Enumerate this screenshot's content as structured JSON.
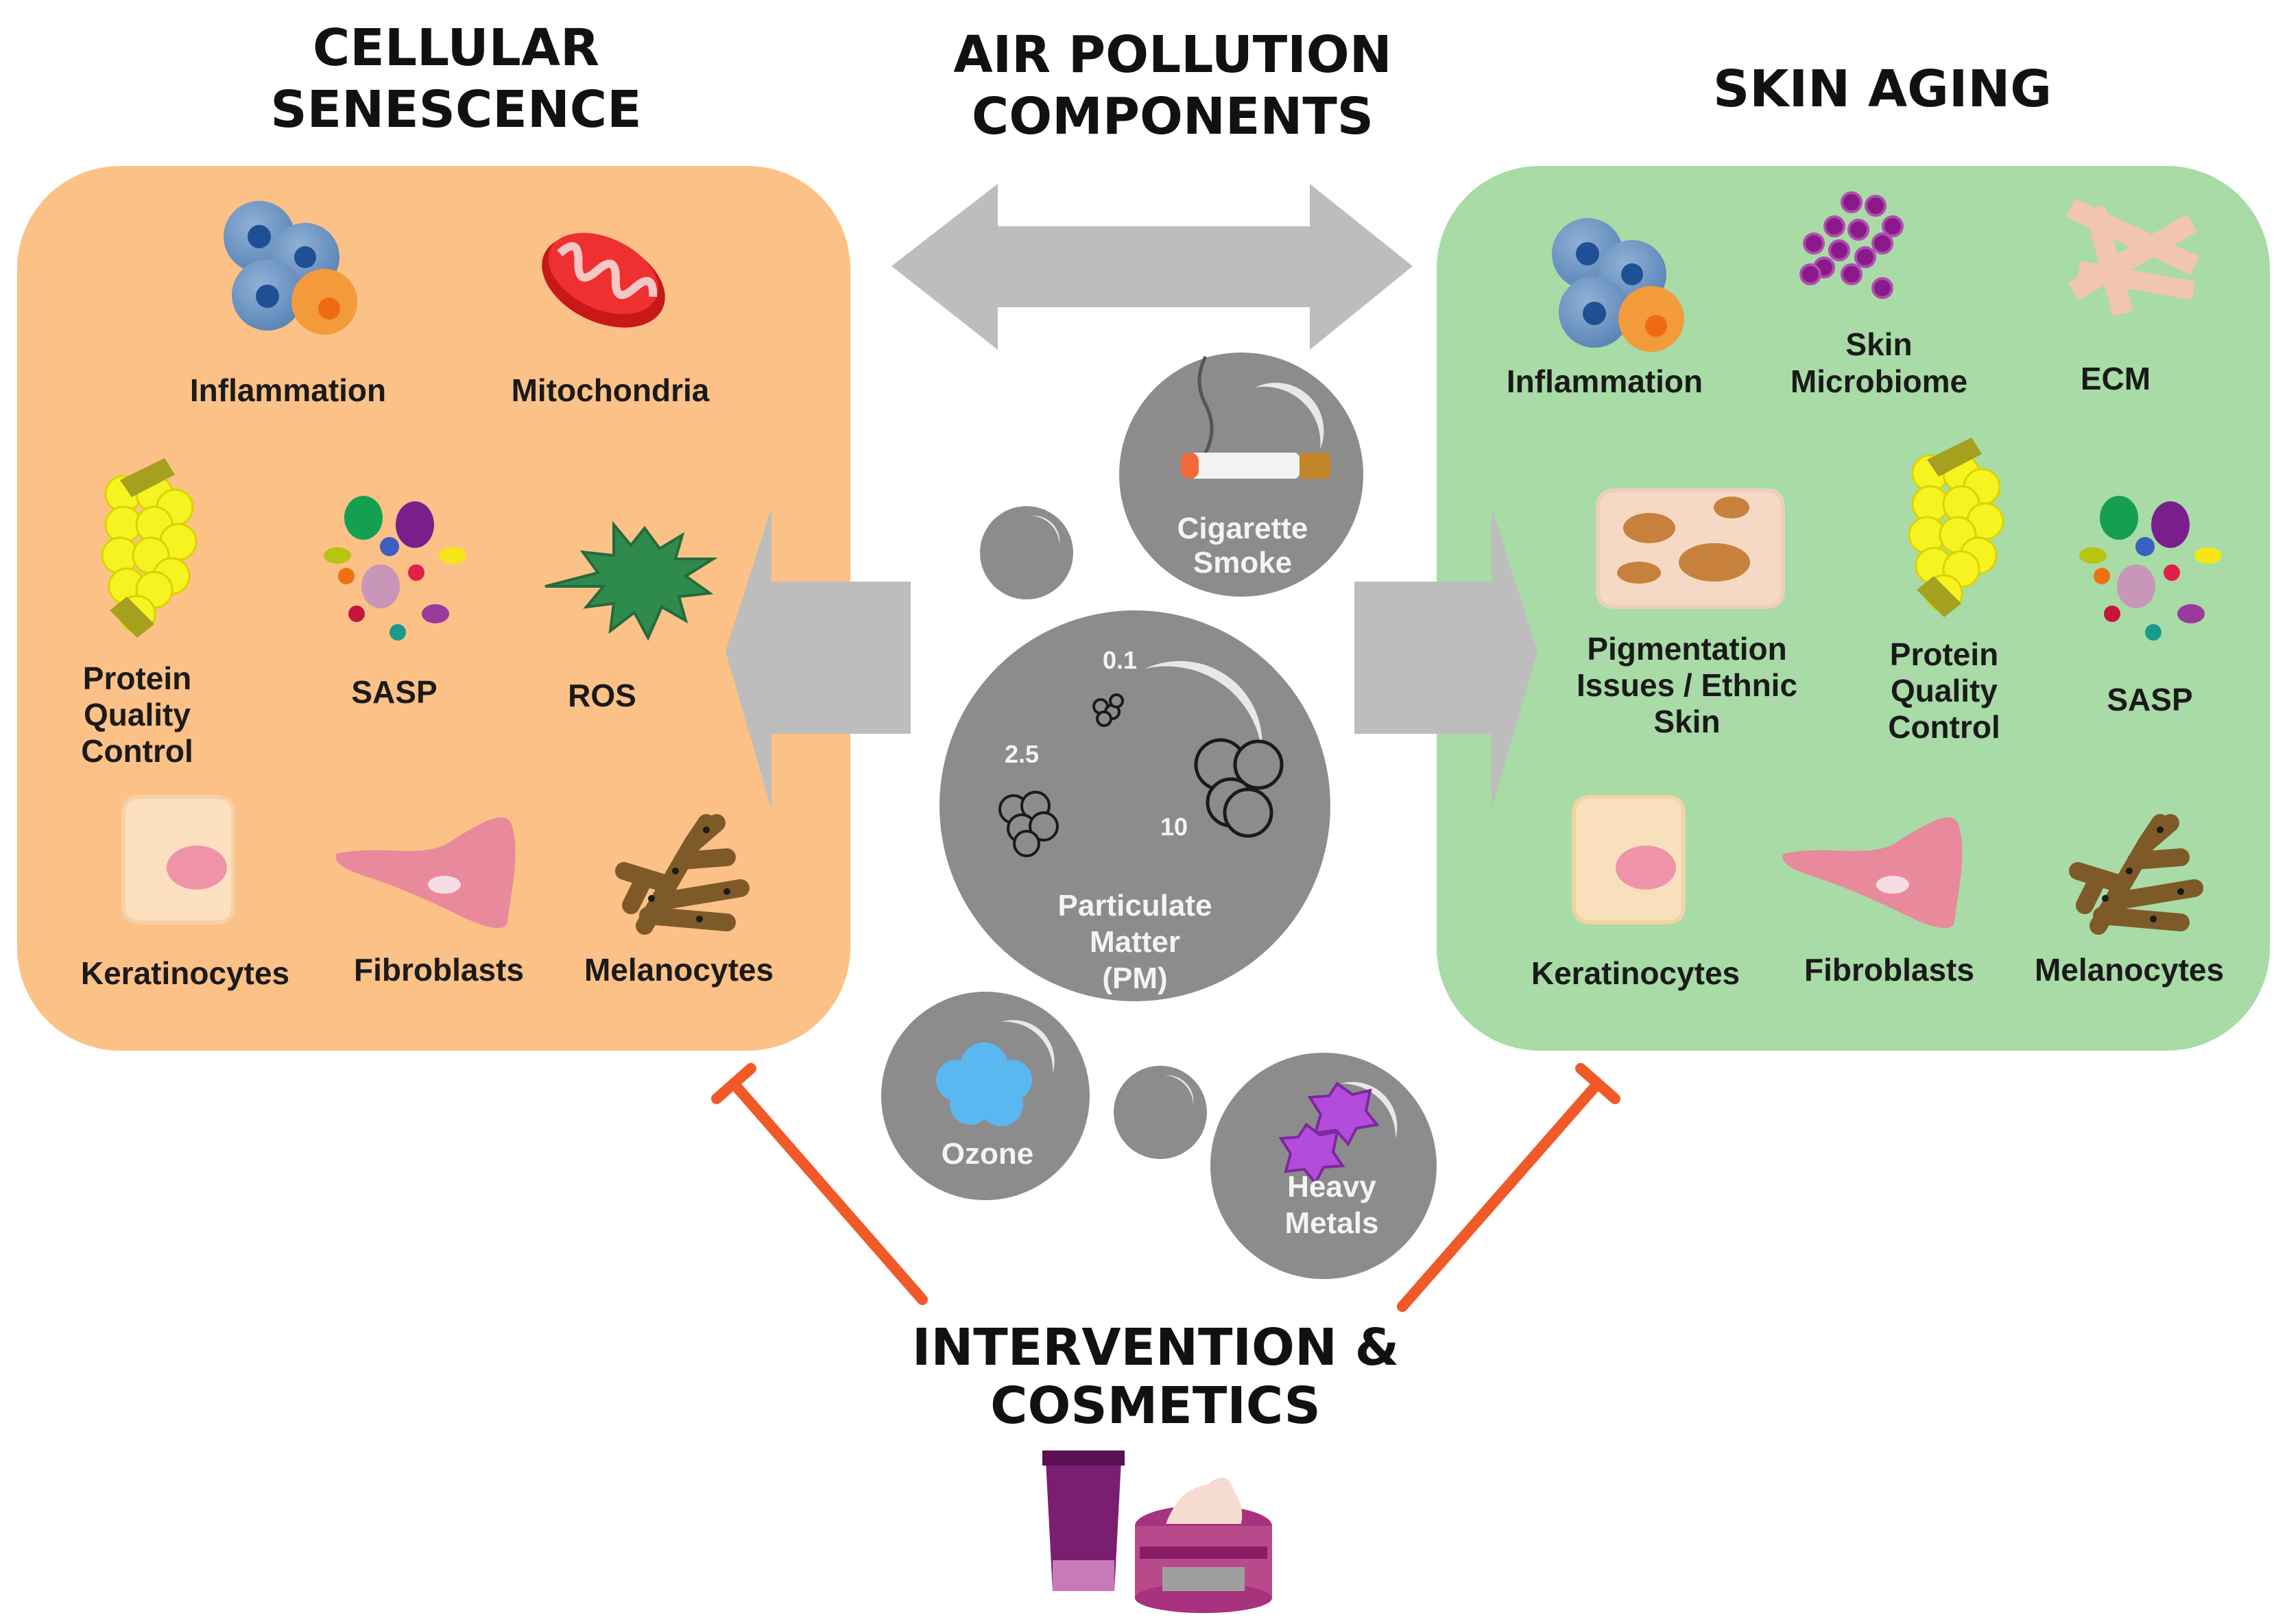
{
  "titles": {
    "cellular_senescence": [
      "CELLULAR",
      "SENESCENCE"
    ],
    "air_pollution": [
      "AIR POLLUTION",
      "COMPONENTS"
    ],
    "skin_aging": "SKIN AGING",
    "intervention": [
      "INTERVENTION &",
      "COSMETICS"
    ]
  },
  "senescence_panel": {
    "color": "#fcc186",
    "items": {
      "inflammation": "Inflammation",
      "mitochondria": "Mitochondria",
      "protein_quality": [
        "Protein",
        "Quality",
        "Control"
      ],
      "sasp": "SASP",
      "ros": "ROS",
      "keratinocytes": "Keratinocytes",
      "fibroblasts": "Fibroblasts",
      "melanocytes": "Melanocytes"
    }
  },
  "aging_panel": {
    "color": "#a8dba6",
    "items": {
      "inflammation": "Inflammation",
      "microbiome": [
        "Skin",
        "Microbiome"
      ],
      "ecm": "ECM",
      "pigmentation": [
        "Pigmentation",
        "Issues / Ethnic",
        "Skin"
      ],
      "protein_quality": [
        "Protein",
        "Quality",
        "Control"
      ],
      "sasp": "SASP",
      "keratinocytes": "Keratinocytes",
      "fibroblasts": "Fibroblasts",
      "melanocytes": "Melanocytes"
    }
  },
  "pollutants": {
    "cigarette": [
      "Cigarette",
      "Smoke"
    ],
    "pm": [
      "Particulate",
      "Matter",
      "(PM)"
    ],
    "pm_sizes": {
      "small": "0.1",
      "medium": "2.5",
      "large": "10"
    },
    "ozone": "Ozone",
    "heavy_metals": [
      "Heavy",
      "Metals"
    ]
  },
  "colors": {
    "arrow_gray": "#bdbdbd",
    "bubble_gray": "#8c8c8c",
    "inhibit_red": "#f05a28",
    "cosmetic_purple": "#7a1e72"
  }
}
